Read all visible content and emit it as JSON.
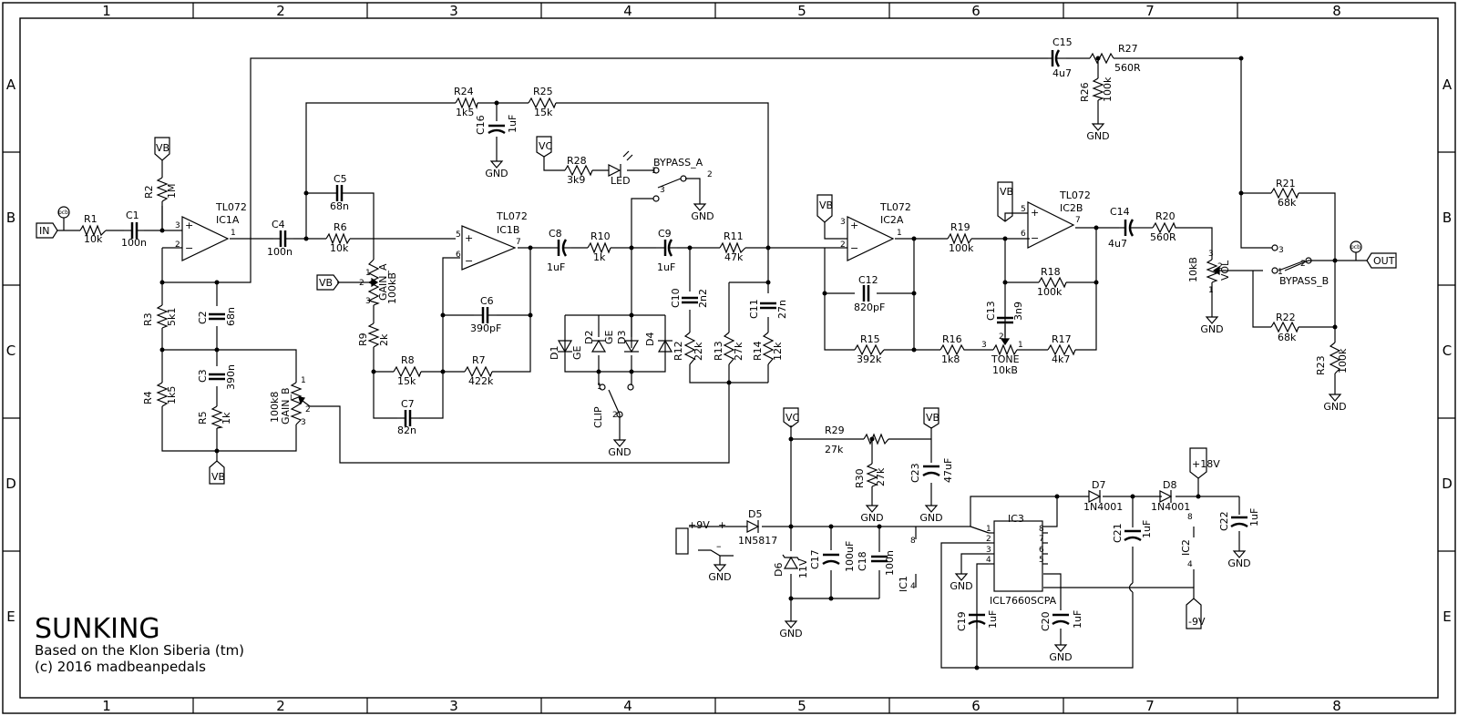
{
  "title_block": {
    "title": "SUNKING",
    "subtitle": "Based on the Klon Siberia (tm)",
    "copyright": "(c) 2016 madbeanpedals"
  },
  "grid": {
    "columns": [
      "1",
      "2",
      "3",
      "4",
      "5",
      "6",
      "7",
      "8"
    ],
    "rows": [
      "A",
      "B",
      "C",
      "D",
      "E"
    ]
  },
  "flags": {
    "in": "IN",
    "out": "OUT",
    "vb1": "VB",
    "vb2": "VB",
    "vb3": "VB",
    "vb4": "VB",
    "vb5": "VB",
    "vb6": "VB",
    "vc1": "VC",
    "vc2": "VC",
    "p18": "+18V",
    "m9": "-9V"
  },
  "gnd": "GND",
  "pcb": "pcb",
  "labels": {
    "r1n": "R1",
    "r1v": "10k",
    "c1n": "C1",
    "c1v": "100n",
    "r2n": "R2",
    "r2v": "1M",
    "ic1a_t": "TL072",
    "ic1a_n": "IC1A",
    "c4n": "C4",
    "c4v": "100n",
    "r3n": "R3",
    "r3v": "5k1",
    "c2n": "C2",
    "c2v": "68n",
    "r4n": "R4",
    "r4v": "1k5",
    "c3n": "C3",
    "c3v": "390n",
    "r5n": "R5",
    "r5v": "1k",
    "gainb_v": "100k8",
    "gainb_n": "GAIN_B",
    "c5n": "C5",
    "c5v": "68n",
    "r6n": "R6",
    "r6v": "10k",
    "gaina_n": "GAIN_A",
    "gaina_v": "100kB",
    "r9n": "R9",
    "r9v": "2k",
    "r8n": "R8",
    "r8v": "15k",
    "c7n": "C7",
    "c7v": "82n",
    "r7n": "R7",
    "r7v": "422k",
    "c6n": "C6",
    "c6v": "390pF",
    "ic1b_t": "TL072",
    "ic1b_n": "IC1B",
    "r24n": "R24",
    "r24v": "1k5",
    "r25n": "R25",
    "r25v": "15k",
    "c16n": "C16",
    "c16v": "1uF",
    "r28n": "R28",
    "r28v": "3k9",
    "led": "LED",
    "bypa": "BYPASS_A",
    "c8n": "C8",
    "c8v": "1uF",
    "r10n": "R10",
    "r10v": "1k",
    "c9n": "C9",
    "c9v": "1uF",
    "r11n": "R11",
    "r11v": "47k",
    "d1n": "D1",
    "d1v": "GE",
    "d2n": "D2",
    "d2v": "GE",
    "d3n": "D3",
    "d4n": "D4",
    "clip": "CLIP",
    "c10n": "C10",
    "c10v": "2n2",
    "c11n": "C11",
    "c11v": "27n",
    "r12n": "R12",
    "r12v": "22k",
    "r13n": "R13",
    "r13v": "27k",
    "r14n": "R14",
    "r14v": "12k",
    "ic2a_t": "TL072",
    "ic2a_n": "IC2A",
    "c12n": "C12",
    "c12v": "820pF",
    "r15n": "R15",
    "r15v": "392k",
    "r19n": "R19",
    "r19v": "100k",
    "r16n": "R16",
    "r16v": "1k8",
    "tone_n": "TONE",
    "tone_v": "10kB",
    "r17n": "R17",
    "r17v": "4k7",
    "c13n": "C13",
    "c13v": "3n9",
    "r18n": "R18",
    "r18v": "100k",
    "ic2b_t": "TL072",
    "ic2b_n": "IC2B",
    "c14n": "C14",
    "c14v": "4u7",
    "r20n": "R20",
    "r20v": "560R",
    "vol_v": "10kB",
    "vol_n": "VOL",
    "bypb": "BYPASS_B",
    "r21n": "R21",
    "r21v": "68k",
    "r22n": "R22",
    "r22v": "68k",
    "r23n": "R23",
    "r23v": "100k",
    "c15n": "C15",
    "c15v": "4u7",
    "r27n": "R27",
    "r27v": "560R",
    "r26n": "R26",
    "r26v": "100k",
    "r29n": "R29",
    "r29v": "27k",
    "r30n": "R30",
    "r30v": "27k",
    "c23n": "C23",
    "c23v": "47uF",
    "p9v": "+9V",
    "plus": "+",
    "minus": "–",
    "d5n": "D5",
    "d5v": "1N5817",
    "d6n": "D6",
    "d6v": "11V",
    "c17n": "C17",
    "c17v": "100uF",
    "c18n": "C18",
    "c18v": "100n",
    "ic1": "IC1",
    "ic2": "IC2",
    "ic3": "IC3",
    "ic3v": "ICL7660SCPA",
    "d7n": "D7",
    "d7v": "1N4001",
    "d8n": "D8",
    "d8v": "1N4001",
    "c21n": "C21",
    "c21v": "1uF",
    "c22n": "C22",
    "c22v": "1uF",
    "c19n": "C19",
    "c19v": "1uF",
    "c20n": "C20",
    "c20v": "1uF"
  },
  "pins": [
    "1",
    "2",
    "3",
    "4",
    "5",
    "6",
    "7",
    "8",
    "+",
    "-",
    "8",
    "4",
    "8",
    "4"
  ]
}
